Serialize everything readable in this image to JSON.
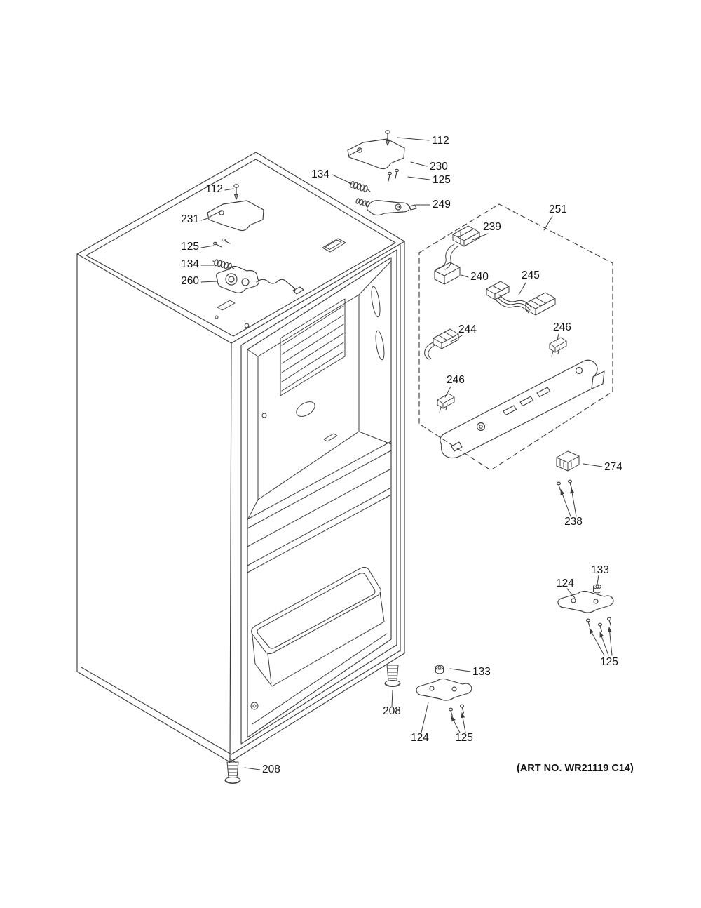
{
  "diagram": {
    "type": "exploded-parts-diagram",
    "subject": "refrigerator case parts",
    "art_no": "(ART NO. WR21119 C14)",
    "colors": {
      "line": "#3c3c3c",
      "background": "#ffffff",
      "text": "#141414"
    },
    "callouts": [
      {
        "part": "112",
        "text": "112"
      },
      {
        "part": "230",
        "text": "230"
      },
      {
        "part": "134",
        "text": "134"
      },
      {
        "part": "125",
        "text": "125"
      },
      {
        "part": "249",
        "text": "249"
      },
      {
        "part": "251",
        "text": "251"
      },
      {
        "part": "112",
        "text": "112"
      },
      {
        "part": "231",
        "text": "231"
      },
      {
        "part": "239",
        "text": "239"
      },
      {
        "part": "125",
        "text": "125"
      },
      {
        "part": "134",
        "text": "134"
      },
      {
        "part": "240",
        "text": "240"
      },
      {
        "part": "245",
        "text": "245"
      },
      {
        "part": "260",
        "text": "260"
      },
      {
        "part": "244",
        "text": "244"
      },
      {
        "part": "246",
        "text": "246"
      },
      {
        "part": "246",
        "text": "246"
      },
      {
        "part": "274",
        "text": "274"
      },
      {
        "part": "238",
        "text": "238"
      },
      {
        "part": "133",
        "text": "133"
      },
      {
        "part": "124",
        "text": "124"
      },
      {
        "part": "125",
        "text": "125"
      },
      {
        "part": "133",
        "text": "133"
      },
      {
        "part": "208",
        "text": "208"
      },
      {
        "part": "124",
        "text": "124"
      },
      {
        "part": "125",
        "text": "125"
      },
      {
        "part": "208",
        "text": "208"
      }
    ]
  }
}
